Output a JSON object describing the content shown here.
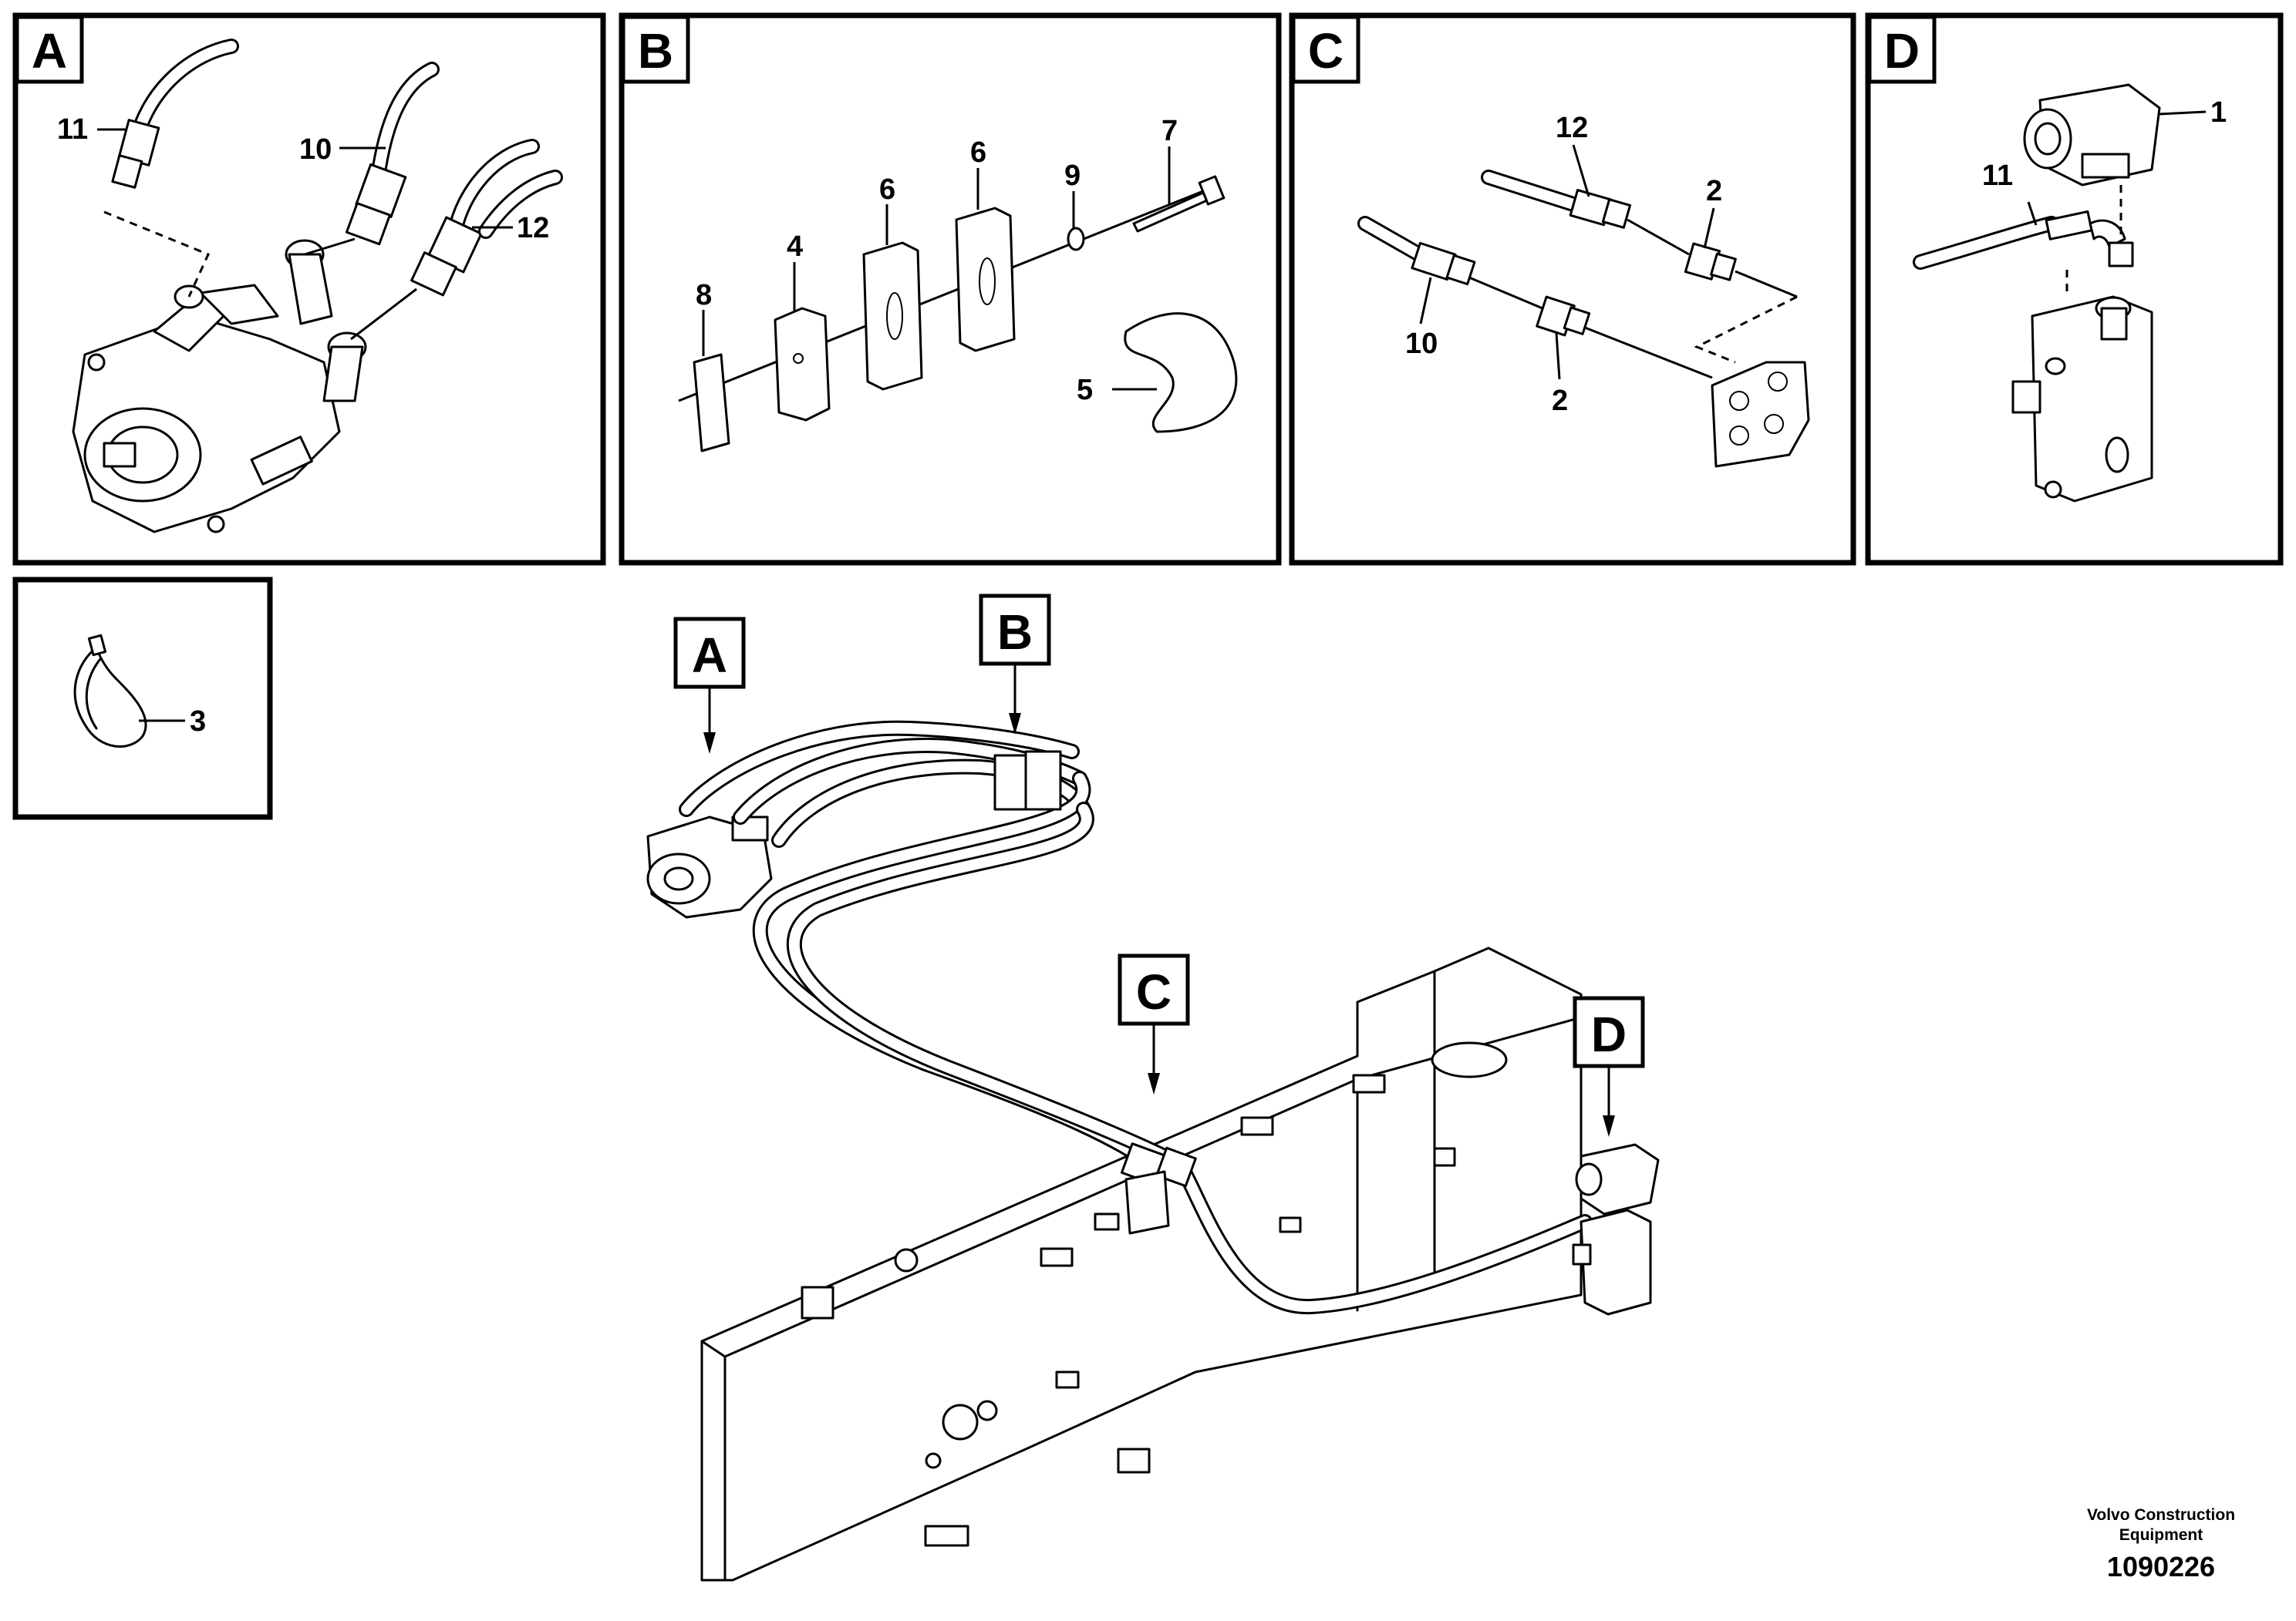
{
  "panels": {
    "A": {
      "letter": "A",
      "callouts": [
        "11",
        "10",
        "12"
      ]
    },
    "B": {
      "letter": "B",
      "callouts": [
        "8",
        "4",
        "6",
        "6",
        "9",
        "7",
        "5"
      ]
    },
    "C": {
      "letter": "C",
      "callouts": [
        "12",
        "2",
        "10",
        "2"
      ]
    },
    "D": {
      "letter": "D",
      "callouts": [
        "1",
        "11"
      ]
    },
    "tie": {
      "callouts": [
        "3"
      ]
    }
  },
  "overview_tags": [
    "A",
    "B",
    "C",
    "D"
  ],
  "footer": {
    "company_line1": "Volvo Construction",
    "company_line2": "Equipment",
    "drawing_number": "1090226"
  }
}
